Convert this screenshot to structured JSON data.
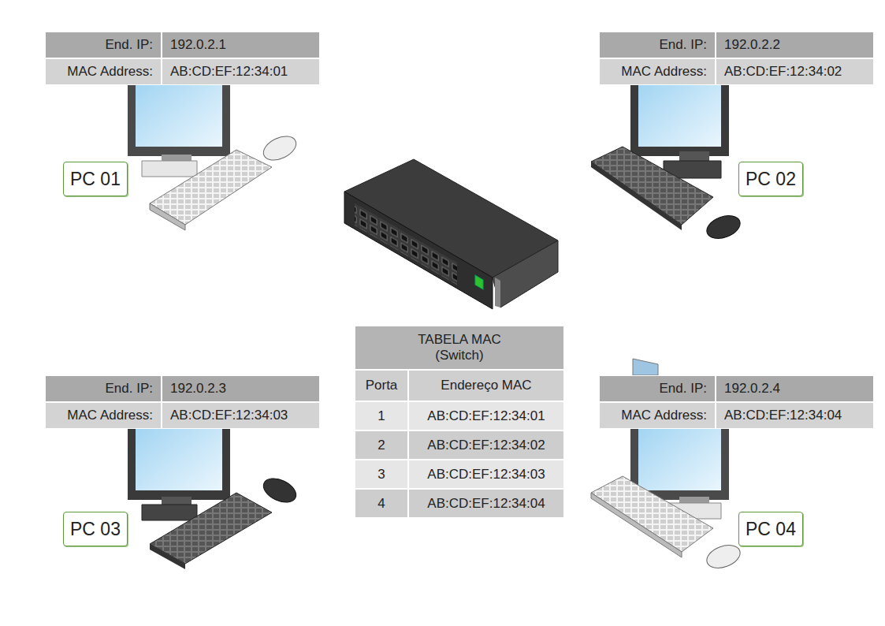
{
  "diagram": {
    "nodes": [
      {
        "text": [
          "PC 01"
        ]
      },
      {
        "text": [
          "PC 02"
        ]
      },
      {
        "text": [
          "PC 03"
        ]
      },
      {
        "text": [
          "PC 04"
        ]
      }
    ],
    "labels": [
      "End. IP:",
      "192.0.2.1",
      "MAC Address:",
      "AB:CD:EF:12:34:01",
      "End. IP:",
      "192.0.2.2",
      "MAC Address:",
      "AB:CD:EF:12:34:02",
      "End. IP:",
      "192.0.2.3",
      "MAC Address:",
      "AB:CD:EF:12:34:03",
      "End. IP:",
      "192.0.2.4",
      "MAC Address:",
      "AB:CD:EF:12:34:04",
      "TABELA MAC (Switch)",
      "Porta",
      "Endereço MAC",
      "1",
      "AB:CD:EF:12:34:01",
      "2",
      "AB:CD:EF:12:34:02",
      "3",
      "AB:CD:EF:12:34:03",
      "4",
      "AB:CD:EF:12:34:04"
    ]
  }
}
